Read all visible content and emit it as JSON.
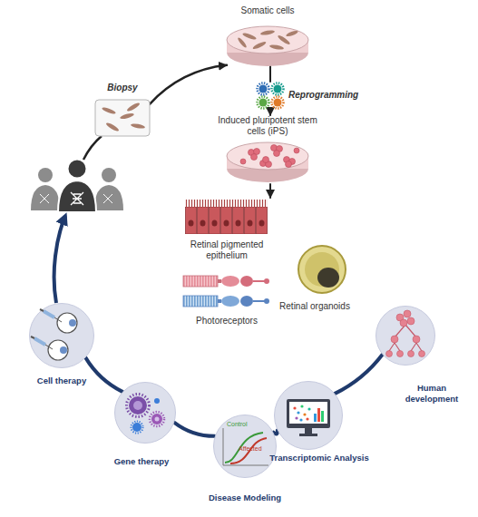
{
  "diagram": {
    "nodes": [
      {
        "text": [
          "Somatic cells"
        ]
      },
      {
        "text": [
          "Biopsy"
        ]
      },
      {
        "text": [
          "Reprogramming"
        ]
      },
      {
        "text": [
          "Induced pluripotent stem cells (iPS)"
        ]
      },
      {
        "text": [
          "Retinal pigmented epithelium"
        ]
      },
      {
        "text": [
          "Retinal organoids"
        ]
      },
      {
        "text": [
          "Photoreceptors"
        ]
      },
      {
        "text": [
          "Human development"
        ]
      },
      {
        "text": [
          "Transcriptomic Analysis"
        ]
      },
      {
        "text": [
          "Disease Modeling"
        ]
      },
      {
        "text": [
          "Gene therapy"
        ]
      },
      {
        "text": [
          "Cell therapy"
        ]
      }
    ],
    "edges": [
      {
        "from": 1,
        "to": 0,
        "arrow": "to"
      },
      {
        "from": 0,
        "to": 2,
        "arrow": "none"
      },
      {
        "from": 2,
        "to": 3,
        "arrow": "to"
      },
      {
        "from": 3,
        "to": 4,
        "arrow": "to"
      },
      {
        "from": 7,
        "to": 8,
        "arrow": "none"
      },
      {
        "from": 8,
        "to": 9,
        "arrow": "none"
      },
      {
        "from": 9,
        "to": 10,
        "arrow": "none"
      },
      {
        "from": 10,
        "to": 11,
        "arrow": "none"
      }
    ],
    "labels": [
      "Control",
      "Affected"
    ]
  }
}
